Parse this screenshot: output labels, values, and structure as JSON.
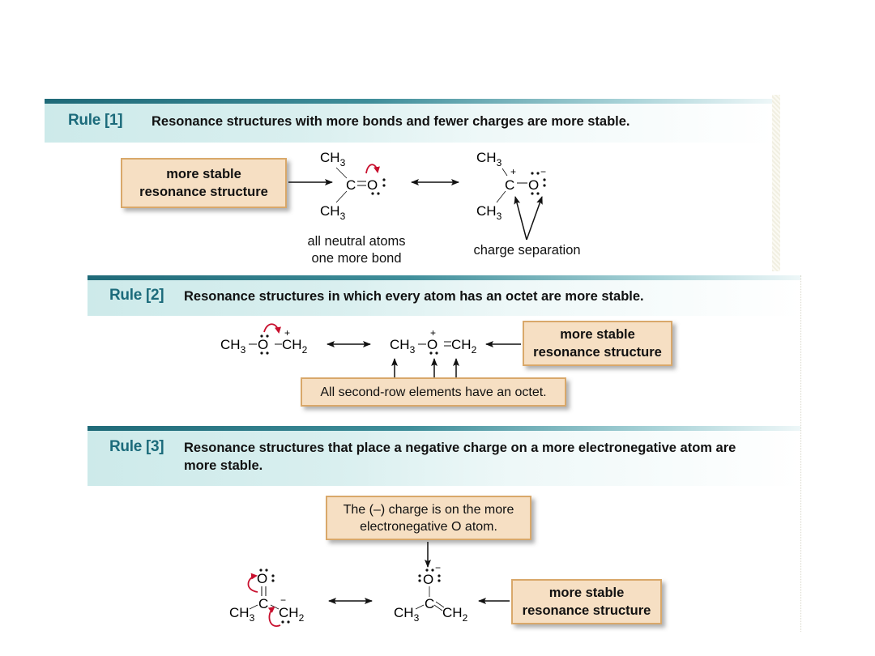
{
  "rules": [
    {
      "number": "Rule [1]",
      "text": "Resonance structures with more bonds and fewer charges are more stable.",
      "callout": "more stable resonance structure",
      "callout_lines": [
        "more stable",
        "resonance structure"
      ],
      "structure_a": {
        "groups": [
          "CH3",
          "CH3"
        ],
        "atoms": [
          "C",
          "O"
        ],
        "bond": "double",
        "charges": []
      },
      "structure_b": {
        "groups": [
          "CH3",
          "CH3"
        ],
        "atoms": [
          "C",
          "O"
        ],
        "bond": "single",
        "charges": [
          "+",
          "−"
        ]
      },
      "note_a_lines": [
        "all neutral atoms",
        "one more bond"
      ],
      "note_b": "charge separation"
    },
    {
      "number": "Rule [2]",
      "text": "Resonance structures in which every atom has an octet are more stable.",
      "callout_lines": [
        "more stable",
        "resonance structure"
      ],
      "structure_a": "CH3–O–CH2 (+ on C)",
      "structure_b": "CH3–O=CH2 (+ on O)",
      "note": "All second-row elements have an octet."
    },
    {
      "number": "Rule [3]",
      "text_lines": [
        "Resonance structures that place a negative charge on a more electronegative atom are",
        "more stable."
      ],
      "note_lines": [
        "The (–) charge is on the more",
        "electronegative O atom."
      ],
      "callout_lines": [
        "more stable",
        "resonance structure"
      ],
      "structure_a": "CH3–C(=O)–CH2 (− on C)",
      "structure_b": "CH3–C(–O)=CH2 (− on O)"
    }
  ],
  "chem": {
    "ch3": "CH",
    "ch2": "CH",
    "sub3": "3",
    "sub2": "2",
    "c": "C",
    "o": "O",
    "plus": "+",
    "minus": "−",
    "colon": ":"
  },
  "colors": {
    "rule_accent": "#1c6b7b",
    "callout_fill": "#f6dfc3",
    "callout_border": "#d9a86a",
    "curved_arrow": "#c8102e"
  }
}
